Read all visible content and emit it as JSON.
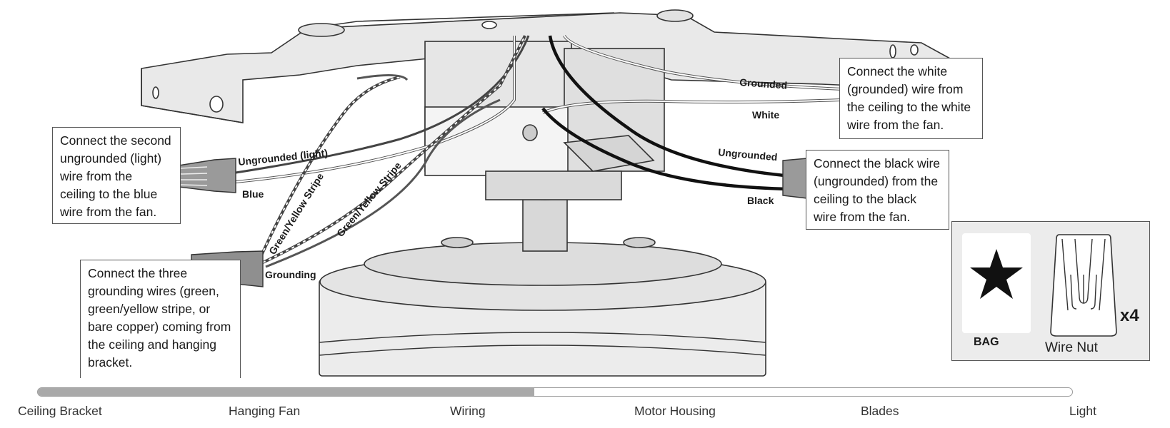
{
  "labels": {
    "grounded": "Grounded",
    "white": "White",
    "ungrounded_light": "Ungrounded (light)",
    "blue": "Blue",
    "ungrounded": "Ungrounded",
    "black": "Black",
    "green_yellow_1": "Green/Yellow Stripe",
    "green_yellow_2": "Green/Yellow Stripe",
    "grounding": "Grounding"
  },
  "callouts": {
    "white_wire": "Connect the white\n(grounded) wire from\nthe ceiling to the white\nwire from the fan.",
    "black_wire": "Connect the black wire\n(ungrounded) from the\nceiling to the black\nwire from the fan.",
    "light_wire": "Connect the second\nungrounded (light)\nwire from the\nceiling to the blue\nwire from the fan.",
    "grounding_wires": "Connect the three\ngrounding wires (green,\ngreen/yellow stripe, or\nbare copper) coming from\nthe ceiling and hanging\nbracket."
  },
  "parts": {
    "bag_label": "BAG",
    "bag_icon": "star-icon",
    "item_label": "Wire Nut",
    "item_icon": "wire-nut-icon",
    "quantity": "x4"
  },
  "progress": {
    "steps": [
      "Ceiling Bracket",
      "Hanging Fan",
      "Wiring",
      "Motor Housing",
      "Blades",
      "Light"
    ],
    "completed_fraction": 0.48,
    "fill_color": "#a9a9a9"
  }
}
